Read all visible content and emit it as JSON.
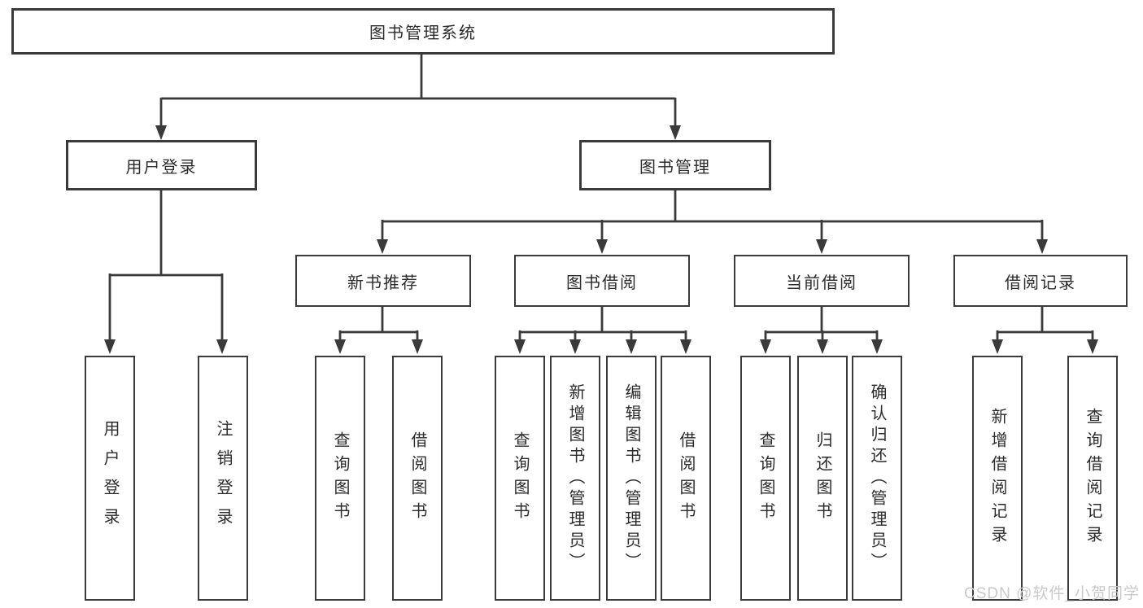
{
  "diagram": {
    "root": "图书管理系统",
    "branches": [
      {
        "label": "用户登录",
        "children": [
          {
            "label": "用户登录"
          },
          {
            "label": "注销登录"
          }
        ]
      },
      {
        "label": "图书管理",
        "children": [
          {
            "label": "新书推荐",
            "children": [
              {
                "label": "查询图书"
              },
              {
                "label": "借阅图书"
              }
            ]
          },
          {
            "label": "图书借阅",
            "children": [
              {
                "label": "查询图书"
              },
              {
                "label": "新增图书（管理员）"
              },
              {
                "label": "编辑图书（管理员）"
              },
              {
                "label": "借阅图书"
              }
            ]
          },
          {
            "label": "当前借阅",
            "children": [
              {
                "label": "查询图书"
              },
              {
                "label": "归还图书"
              },
              {
                "label": "确认归还（管理员）"
              }
            ]
          },
          {
            "label": "借阅记录",
            "children": [
              {
                "label": "新增借阅记录"
              },
              {
                "label": "查询借阅记录"
              }
            ]
          }
        ]
      }
    ]
  },
  "watermark": "CSDN @软件_小贺同学",
  "colors": {
    "line": "#3a3a3a",
    "text": "#2b2b2b",
    "background": "#ffffff",
    "watermark": "#c9c9c9"
  }
}
